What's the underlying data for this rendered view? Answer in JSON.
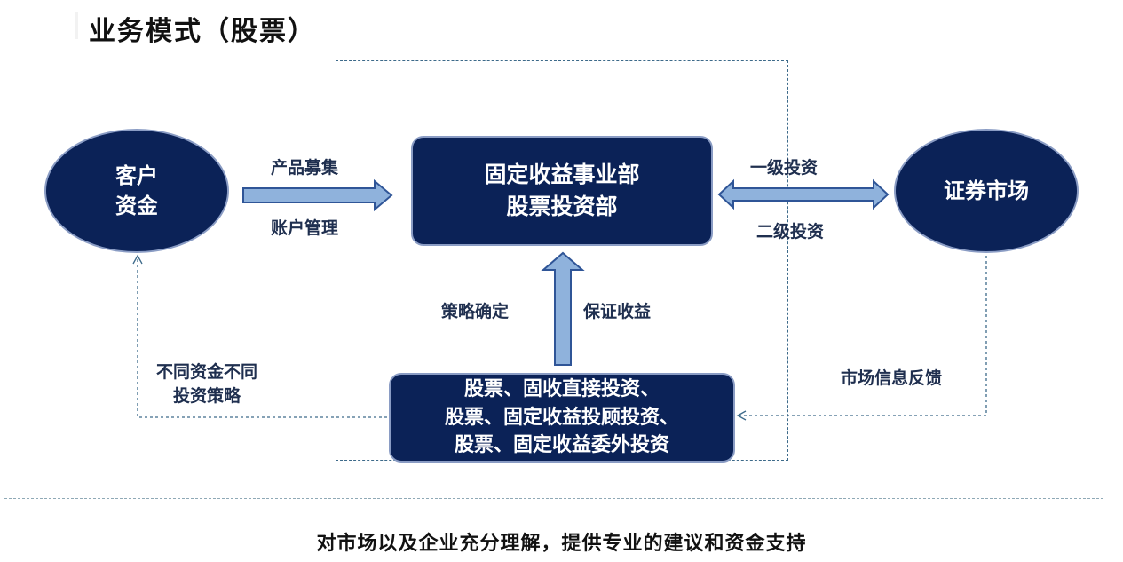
{
  "title": "业务模式（股票）",
  "nodes": {
    "client": [
      "客户",
      "资金"
    ],
    "market": "证券市场",
    "department": [
      "固定收益事业部",
      "股票投资部"
    ],
    "investments": [
      "股票、固收直接投资、",
      "股票、固定收益投顾投资、",
      "股票、固定收益委外投资"
    ]
  },
  "labels": {
    "product_raising": "产品募集",
    "account_management": "账户管理",
    "primary_investment": "一级投资",
    "secondary_investment": "二级投资",
    "strategy_confirm": "策略确定",
    "guaranteed_return": "保证收益",
    "different_strategies": [
      "不同资金不同",
      "投资策略"
    ],
    "market_feedback": "市场信息反馈"
  },
  "footer": "对市场以及企业充分理解，提供专业的建议和资金支持",
  "colors": {
    "node_fill": "#0b2257",
    "node_border": "#8a9cc4",
    "arrow_fill": "#8fb2dc",
    "arrow_stroke": "#2f5597",
    "dashed": "#3d6a8a"
  }
}
